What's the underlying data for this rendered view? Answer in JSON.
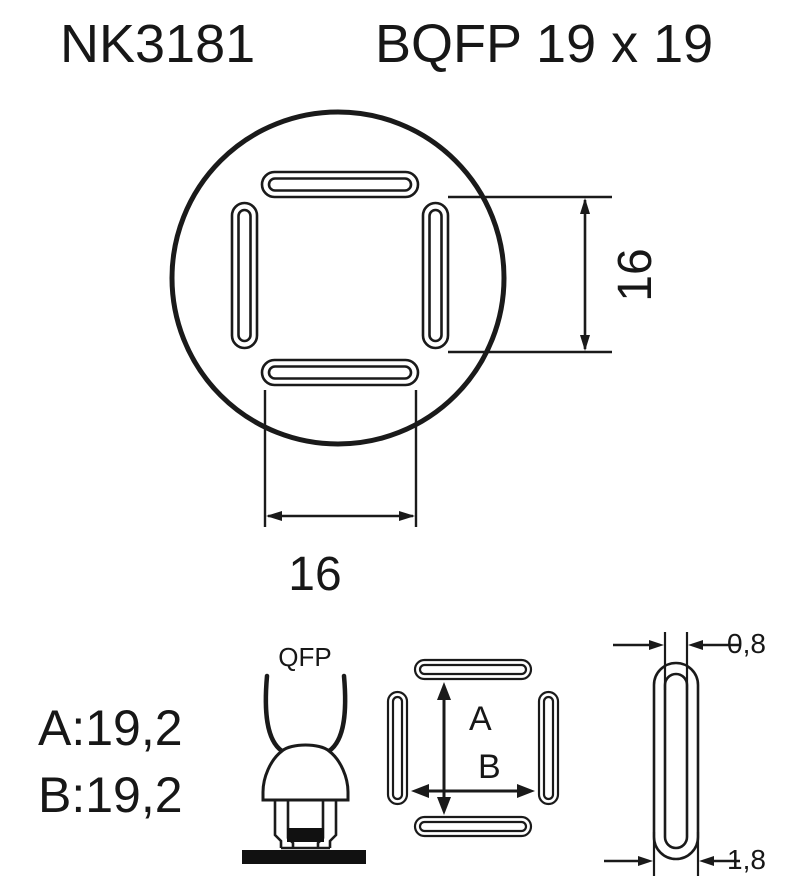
{
  "header": {
    "part_number": "NK3181",
    "package_type": "BQFP 19 x 19"
  },
  "main_view": {
    "name": "nozzle-top-view",
    "vertical_dimension": "16",
    "horizontal_dimension": "16"
  },
  "specs": {
    "a_label": "A:19,2",
    "b_label": "B:19,2"
  },
  "side_view": {
    "title": "QFP"
  },
  "pattern_view": {
    "a_arrow_label": "A",
    "b_arrow_label": "B"
  },
  "slot_detail": {
    "inner_width": "0,8",
    "outer_width": "1,8"
  },
  "colors": {
    "ink": "#171717",
    "line": "#1a1a1a",
    "paper": "#ffffff",
    "solid_fill": "#111111"
  }
}
